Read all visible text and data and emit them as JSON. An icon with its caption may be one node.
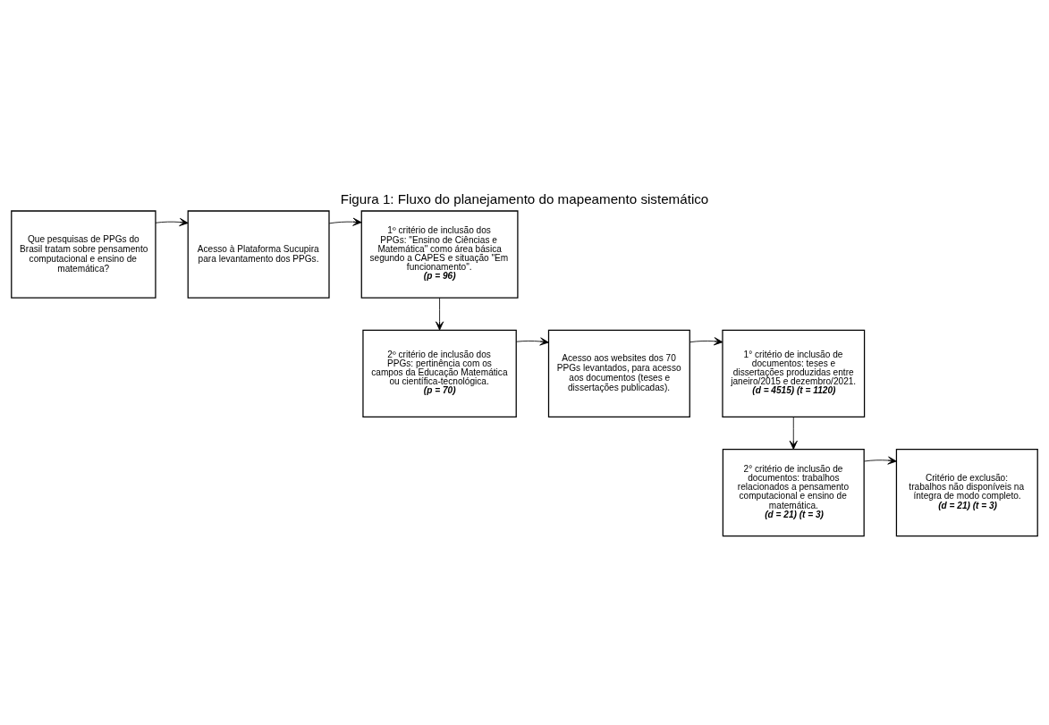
{
  "diagram": {
    "title": "Figura 1: Fluxo do planejamento do mapeamento sistemático",
    "nodes": [
      {
        "text": [
          "Que pesquisas de PPGs do Brasil tratam sobre pensamento computacional e ensino de matemática?"
        ]
      },
      {
        "text": [
          "Acesso à Plataforma Sucupira para levantamento dos PPGs."
        ]
      },
      {
        "text": [
          "1º critério de inclusão dos PPGs: \"Ensino de Ciências e Matemática\" como área básica segundo a CAPES e situação \"Em funcionamento\".",
          "(p = 96)"
        ]
      },
      {
        "text": [
          "2º critério de inclusão dos PPGs: pertinência com os campos da Educação Matemática ou científica-tecnológica.",
          "(p = 70)"
        ]
      },
      {
        "text": [
          "Acesso aos websites dos 70 PPGs levantados, para acesso aos documentos (teses e dissertações publicadas)."
        ]
      },
      {
        "text": [
          "1° critério de inclusão de documentos: teses e dissertações produzidas entre janeiro/2015 e dezembro/2021.",
          "(d = 4515) (t = 1120)"
        ]
      },
      {
        "text": [
          "2° critério de inclusão de documentos: trabalhos relacionados a pensamento computacional e ensino de matemática.",
          "(d = 21) (t = 3)"
        ]
      },
      {
        "text": [
          "Critério de exclusão: trabalhos não disponíveis na íntegra de modo completo.",
          "(d = 21) (t = 3)"
        ]
      }
    ],
    "edges": [
      {
        "from": 0,
        "to": 1,
        "arrow": "to"
      },
      {
        "from": 1,
        "to": 2,
        "arrow": "to"
      },
      {
        "from": 2,
        "to": 3,
        "arrow": "to"
      },
      {
        "from": 3,
        "to": 4,
        "arrow": "to"
      },
      {
        "from": 4,
        "to": 5,
        "arrow": "to"
      },
      {
        "from": 5,
        "to": 6,
        "arrow": "to"
      },
      {
        "from": 6,
        "to": 7,
        "arrow": "to"
      }
    ]
  }
}
